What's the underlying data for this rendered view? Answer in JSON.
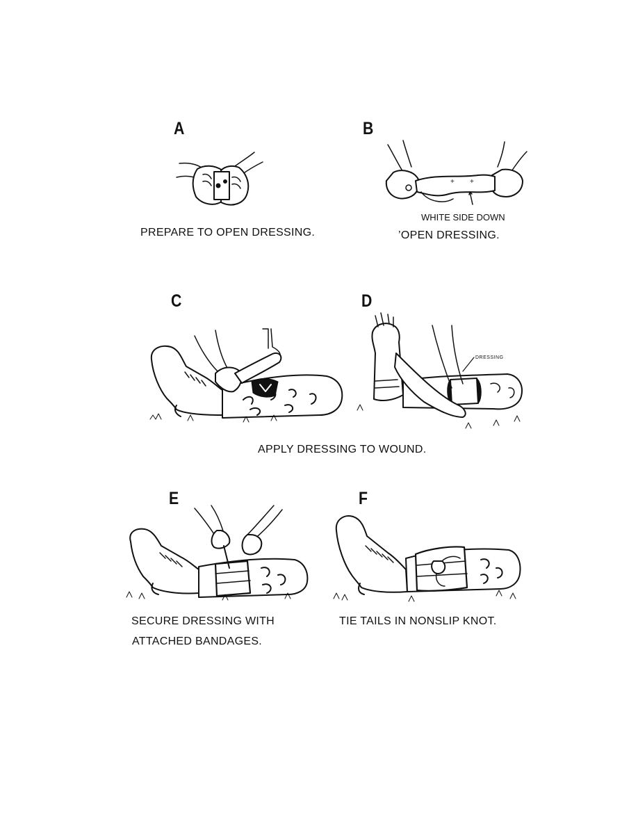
{
  "panels": [
    {
      "letter": "A",
      "caption": "PREPARE TO OPEN DRESSING.",
      "icon": "hands-holding-packet"
    },
    {
      "letter": "B",
      "caption": "’OPEN DRESSING.",
      "callout": "WHITE SIDE DOWN",
      "icon": "hands-unfolding-dressing"
    },
    {
      "letter": "C",
      "icon": "hands-applying-dressing-to-leg"
    },
    {
      "letter": "D",
      "callout": "DRESSING",
      "icon": "hand-holding-dressing-on-leg"
    },
    {
      "letter": "E",
      "caption_line1": "SECURE DRESSING WITH",
      "caption_line2": "ATTACHED BANDAGES.",
      "icon": "hands-wrapping-bandage"
    },
    {
      "letter": "F",
      "caption": "TIE TAILS IN NONSLIP KNOT.",
      "icon": "bandaged-leg"
    }
  ],
  "shared_caption": "APPLY DRESSING TO WOUND."
}
